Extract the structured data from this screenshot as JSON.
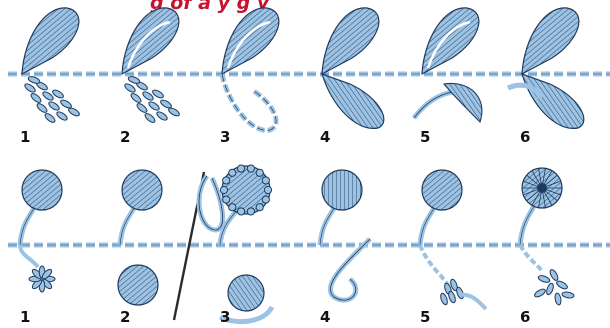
{
  "header": {
    "cut_title": "g  of a     y  g      y"
  },
  "colors": {
    "fill": "#9cc3e4",
    "outline": "#1f3a5c",
    "title": "#c4122f"
  },
  "top_row": {
    "steps": [
      {
        "label": "1",
        "stitch": "satin-leaf",
        "under": "chain-cluster"
      },
      {
        "label": "2",
        "stitch": "satin-leaf-split",
        "under": "chain-cluster"
      },
      {
        "label": "3",
        "stitch": "satin-leaf-half",
        "under": "chain-loop"
      },
      {
        "label": "4",
        "stitch": "satin-leaf-full",
        "under": "satin-leaf-lower"
      },
      {
        "label": "5",
        "stitch": "satin-leaf-open",
        "under": "wrapped-strands"
      },
      {
        "label": "6",
        "stitch": "satin-leaf-stitched",
        "under": "satin-leaf-lower"
      }
    ]
  },
  "bottom_row": {
    "steps": [
      {
        "label": "1",
        "stitch": "round-bud",
        "under": "star-knot"
      },
      {
        "label": "2",
        "stitch": "bud-with-needle",
        "under": "round-bud-lower"
      },
      {
        "label": "3",
        "stitch": "beaded-bud",
        "under": "wrapped-ball"
      },
      {
        "label": "4",
        "stitch": "satin-bud",
        "under": "coil-knot"
      },
      {
        "label": "5",
        "stitch": "knot-bud",
        "under": "french-knots"
      },
      {
        "label": "6",
        "stitch": "spoked-bud",
        "under": "seed-scatter"
      }
    ]
  }
}
